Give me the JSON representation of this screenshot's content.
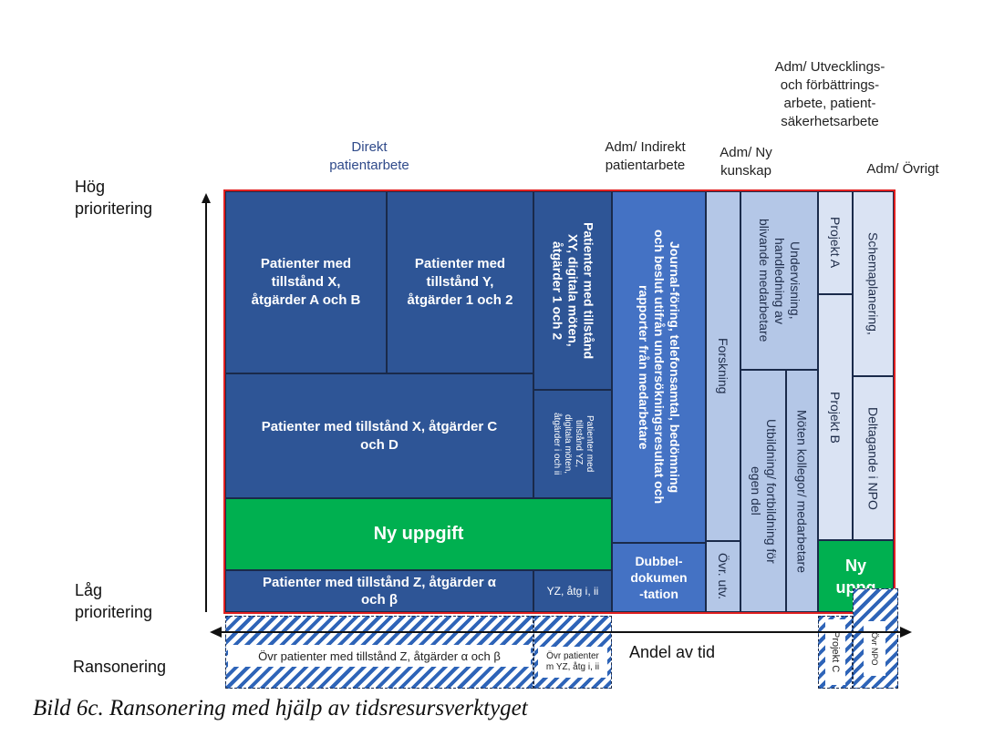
{
  "headers": {
    "direct": "Direkt\npatientarbete",
    "indirect": "Adm/ Indirekt\npatientarbete",
    "new_knowledge": "Adm/ Ny\nkunskap",
    "development": "Adm/ Utvecklings-\noch förbättrings-\narbete, patient-\nsäkerhetsarbete",
    "other": "Adm/ Övrigt"
  },
  "axis": {
    "high": "Hög\nprioritering",
    "low": "Låg\nprioritering",
    "rationing": "Ransonering",
    "time_share": "Andel av tid"
  },
  "blocks": {
    "x_ab": "Patienter med\ntillstånd X,\nåtgärder A och B",
    "y_12": "Patienter med\ntillstånd Y,\nåtgärder 1 och 2",
    "xy_digital": "Patienter med tillstånd\nXY, digitala möten,\nåtgärder 1 och 2",
    "x_cd": "Patienter med tillstånd X, åtgärder C\noch D",
    "yz_small": "Patienter med\ntillstånd YZ,\ndigitala möten,\nåtgärder i och ii",
    "new_task": "Ny uppgift",
    "z_alpha_beta": "Patienter med tillstånd Z, åtgärder α\noch β",
    "yz_i_ii": "YZ, åtg i, ii",
    "journal": "Journal-föring, telefonsamtal, bedömning\noch beslut utifrån undersökningsresultat och\nrapporter från medarbetare",
    "dubbel": "Dubbel-\ndokumen\n-tation",
    "forskning": "Forskning",
    "ovr_utv": "Övr. utv.",
    "undervisning": "Undervisning,\nhandledning av\nblivande medarbetare",
    "utbildning": "Utbildning/ fortbildning för\negen del",
    "moten": "Möten kollegor/ medarbetare",
    "projekt_a": "Projekt A",
    "projekt_b": "Projekt B",
    "schema": "Schemaplanering,",
    "npo": "Deltagande i NPO",
    "ny_uppg": "Ny\nuppg"
  },
  "rationed": {
    "ovr_z": "Övr patienter med tillstånd Z, åtgärder α och β",
    "ovr_yz": "Övr patienter\nm YZ, åtg i, ii",
    "projekt_c": "Projekt C",
    "ovr_npo": "Övr NPO"
  },
  "caption": "Bild 6c. Ransonering med hjälp av tidsresursverktyget",
  "colors": {
    "dark_blue": "#2e5596",
    "mid_blue": "#4472c4",
    "light_blue": "#b4c7e7",
    "pale_blue": "#dae3f3",
    "green": "#00b050",
    "frame_red": "#e02020"
  }
}
